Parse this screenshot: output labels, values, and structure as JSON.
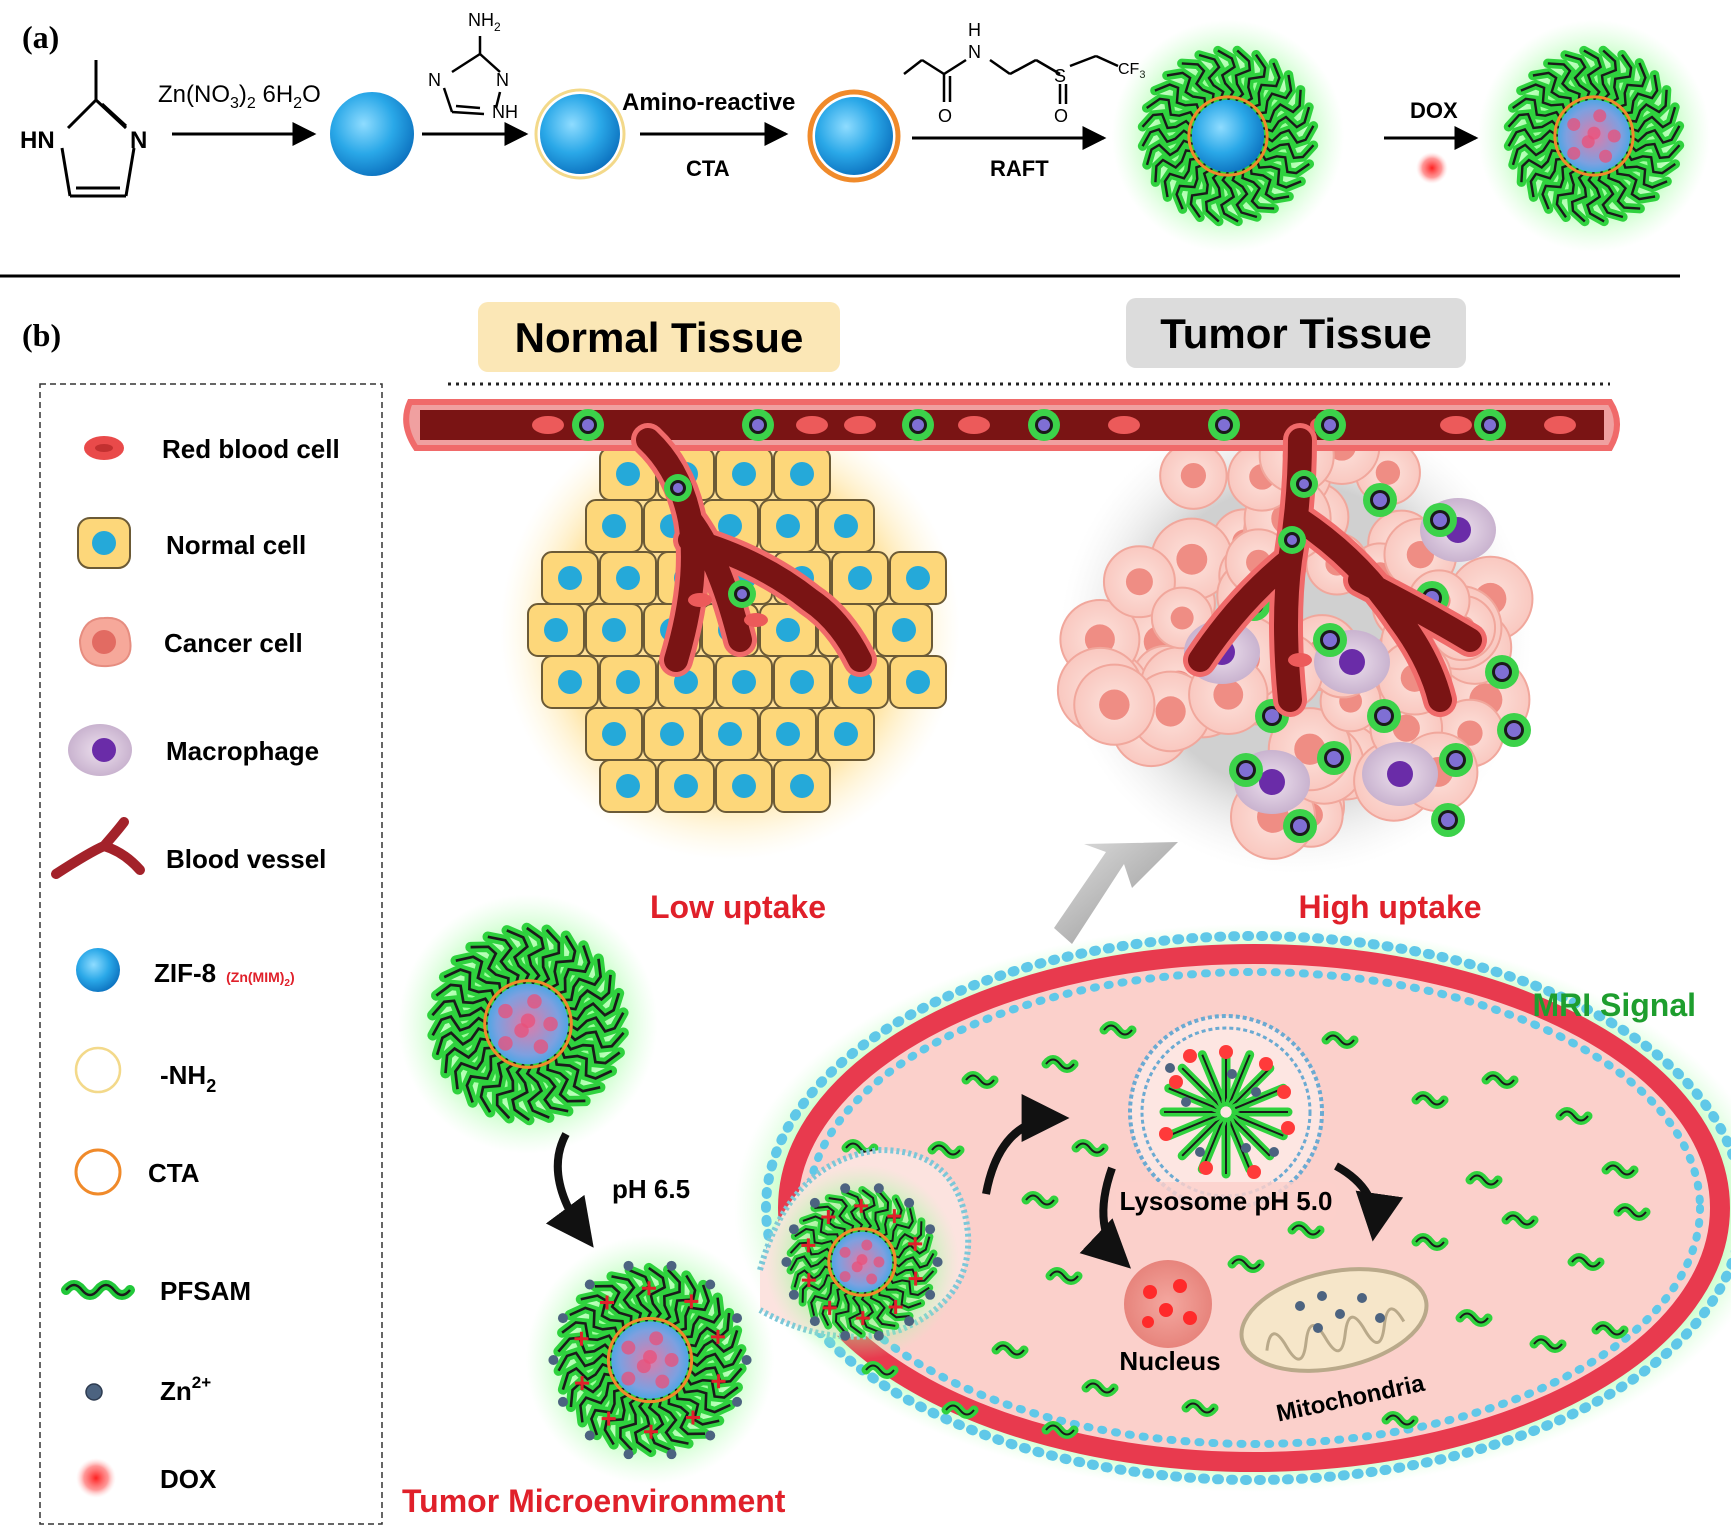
{
  "panel_a": {
    "label": "(a)",
    "reagent_zn_main": "Zn(NO",
    "reagent_zn_sub3": "3",
    "reagent_zn_close": ")",
    "reagent_zn_sub2": "2",
    "reagent_zn_water": " 6H",
    "reagent_zn_h2o_sub": "2",
    "reagent_zn_o": "O",
    "mim_hn": "HN",
    "mim_n": "N",
    "triazole_nh2": "NH",
    "triazole_nh2_sub": "2",
    "triazole_n1": "N",
    "triazole_n2": "N",
    "triazole_nh": "NH",
    "amino_reactive": "Amino-reactive",
    "cta": "CTA",
    "monomer_n": "N",
    "monomer_h": "H",
    "monomer_o1": "O",
    "monomer_s": "S",
    "monomer_o2": "O",
    "monomer_cf3": "CF",
    "monomer_cf3_sub": "3",
    "raft": "RAFT",
    "dox": "DOX"
  },
  "panel_b": {
    "label": "(b)",
    "normal_tissue": "Normal Tissue",
    "tumor_tissue": "Tumor Tissue",
    "low_uptake": "Low uptake",
    "high_uptake": "High uptake",
    "mri_signal": "MRI Signal",
    "ph_65": "pH 6.5",
    "lysosome": "Lysosome pH 5.0",
    "nucleus": "Nucleus",
    "mitochondria": "Mitochondria",
    "tumor_microenv": "Tumor Microenvironment"
  },
  "legend": {
    "items": [
      {
        "label": "Red blood cell"
      },
      {
        "label": "Normal cell"
      },
      {
        "label": "Cancer cell"
      },
      {
        "label": "Macrophage"
      },
      {
        "label": "Blood vessel"
      },
      {
        "label": "ZIF-8",
        "suffix": "(Zn(MIM)",
        "suffix_sub": "2",
        "suffix_close": ")"
      },
      {
        "label": "-NH",
        "sub": "2"
      },
      {
        "label": "CTA"
      },
      {
        "label": "PFSAM"
      },
      {
        "label": "Zn",
        "sup": "2+"
      },
      {
        "label": "DOX"
      }
    ]
  },
  "colors": {
    "zif8_blue": "#2aa8e8",
    "polymer_green": "#22c83a",
    "cta_orange": "#f08a2a",
    "vessel_dark": "#7a1414",
    "vessel_pink": "#f07070",
    "label_red": "#e0202a",
    "label_green": "#1e9e2e",
    "normal_tag_bg": "#fbe7b6",
    "tumor_tag_bg": "#dcdcdc",
    "cell_pink": "#f8cfc8"
  }
}
